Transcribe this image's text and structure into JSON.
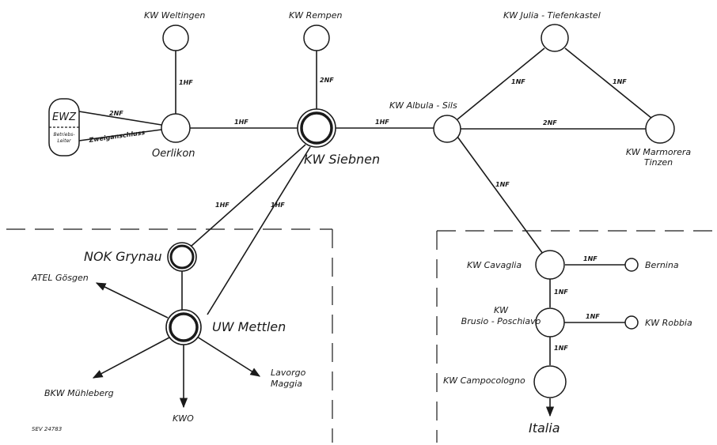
{
  "nodes": {
    "weltingen": "KW Weltingen",
    "rempen": "KW Rempen",
    "julia": "KW Julia - Tiefenkastel",
    "albula": "KW Albula - Sils",
    "marmorera_line1": "KW Marmorera",
    "marmorera_line2": "Tinzen",
    "ewz": "EWZ",
    "betriebsleiter_line1": "Betriebs-",
    "betriebsleiter_line2": "Leiter",
    "oerlikon": "Oerlikon",
    "siebnen": "KW Siebnen",
    "nok_grynau": "NOK Grynau",
    "uw_mettlen": "UW Mettlen",
    "atel": "ATEL Gösgen",
    "bkw": "BKW Mühleberg",
    "kwo": "KWO",
    "lavorgo_line1": "Lavorgo",
    "lavorgo_line2": "Maggia",
    "cavaglia": "KW Cavaglia",
    "bernina": "Bernina",
    "brusio_line1": "KW",
    "brusio_line2": "Brusio - Poschiavo",
    "robbia": "KW  Robbia",
    "campocologno": "KW Campocologno",
    "italia": "Italia",
    "ref": "SEV 24783"
  },
  "link_labels": {
    "weltingen_oerlikon": "1HF",
    "rempen_siebnen": "2NF",
    "ewz_oerlikon": "2NF",
    "zweiganschluss": "Zweiganschluss",
    "oerlikon_siebnen": "1HF",
    "siebnen_albula": "1HF",
    "albula_julia": "1NF",
    "julia_marmorera": "1NF",
    "albula_marmorera": "2NF",
    "albula_cavaglia": "1NF",
    "siebnen_grynau": "1HF",
    "siebnen_mettlen": "1HF",
    "cavaglia_bernina": "1NF",
    "cavaglia_brusio": "1NF",
    "brusio_robbia": "1NF",
    "brusio_campocologno": "1NF"
  },
  "colors": {
    "line": "#1a1a1a",
    "background": "#ffffff"
  }
}
